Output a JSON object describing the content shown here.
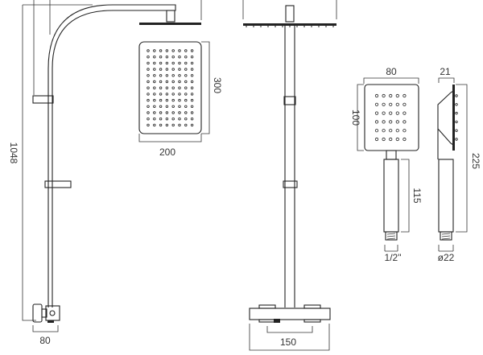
{
  "dimensions": {
    "riser_height": "1048",
    "wall_bracket_depth": "80",
    "head_length": "300",
    "head_width": "200",
    "valve_width": "150",
    "handset_width": "80",
    "handset_head_height": "100",
    "handle_length": "115",
    "handset_depth": "21",
    "handset_total_length": "225",
    "thread_size": "1/2\"",
    "handle_diameter": "ø22"
  },
  "colors": {
    "line": "#222222"
  }
}
